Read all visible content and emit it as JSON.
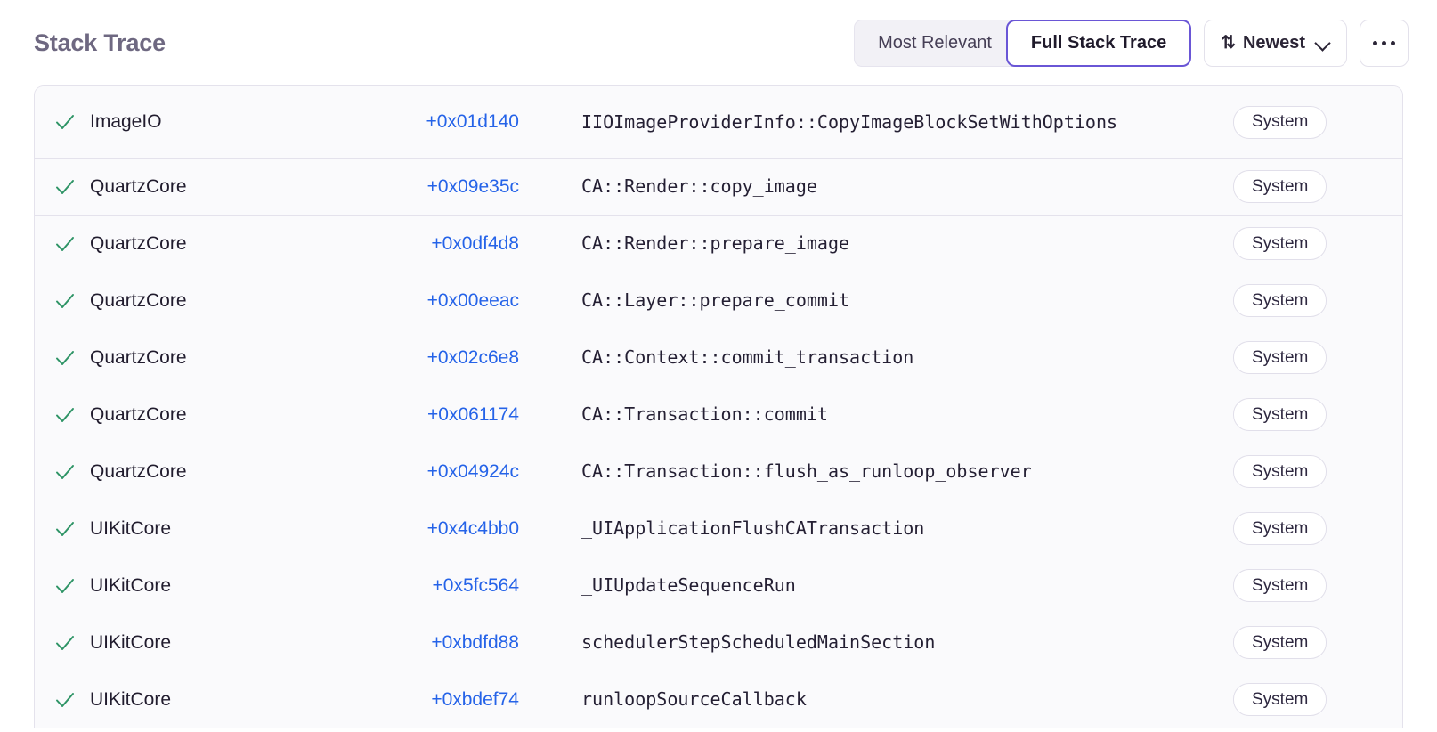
{
  "header": {
    "title": "Stack Trace",
    "segmented": {
      "options": [
        "Most Relevant",
        "Full Stack Trace"
      ],
      "selected": "Full Stack Trace"
    },
    "sort": {
      "icon": "sort-updown-icon",
      "label": "Newest",
      "chevron": "chevron-down-icon"
    },
    "overflow": {
      "icon": "ellipsis-icon",
      "label": "..."
    }
  },
  "colors": {
    "accent": "#6A56D6",
    "link": "#2563E8",
    "check": "#2E9466",
    "title": "#6E6881",
    "row_bg": "#FAFAFC",
    "border": "#E4E2EC"
  },
  "table": {
    "tag_label": "System",
    "check_icon": "check-icon",
    "rows": [
      {
        "module": "ImageIO",
        "address": "+0x01d140",
        "symbol": "IIOImageProviderInfo::CopyImageBlockSetWithOptions",
        "tag": "System"
      },
      {
        "module": "QuartzCore",
        "address": "+0x09e35c",
        "symbol": "CA::Render::copy_image",
        "tag": "System"
      },
      {
        "module": "QuartzCore",
        "address": "+0x0df4d8",
        "symbol": "CA::Render::prepare_image",
        "tag": "System"
      },
      {
        "module": "QuartzCore",
        "address": "+0x00eeac",
        "symbol": "CA::Layer::prepare_commit",
        "tag": "System"
      },
      {
        "module": "QuartzCore",
        "address": "+0x02c6e8",
        "symbol": "CA::Context::commit_transaction",
        "tag": "System"
      },
      {
        "module": "QuartzCore",
        "address": "+0x061174",
        "symbol": "CA::Transaction::commit",
        "tag": "System"
      },
      {
        "module": "QuartzCore",
        "address": "+0x04924c",
        "symbol": "CA::Transaction::flush_as_runloop_observer",
        "tag": "System"
      },
      {
        "module": "UIKitCore",
        "address": "+0x4c4bb0",
        "symbol": "_UIApplicationFlushCATransaction",
        "tag": "System"
      },
      {
        "module": "UIKitCore",
        "address": "+0x5fc564",
        "symbol": "_UIUpdateSequenceRun",
        "tag": "System"
      },
      {
        "module": "UIKitCore",
        "address": "+0xbdfd88",
        "symbol": "schedulerStepScheduledMainSection",
        "tag": "System"
      },
      {
        "module": "UIKitCore",
        "address": "+0xbdef74",
        "symbol": "runloopSourceCallback",
        "tag": "System"
      }
    ]
  }
}
